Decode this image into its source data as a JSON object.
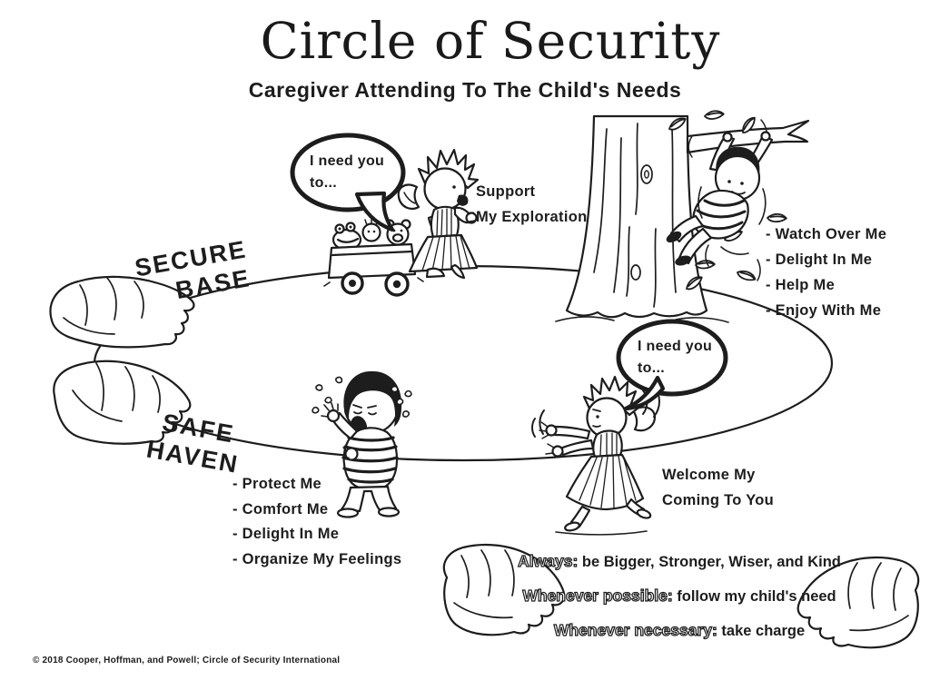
{
  "header": {
    "title": "Circle of Security",
    "subtitle": "Caregiver Attending To The Child's Needs"
  },
  "circle_labels": {
    "secure": "SECURE",
    "base": "BASE",
    "safe": "SAFE",
    "haven": "HAVEN"
  },
  "top_half": {
    "bubble_text": "I need you to...",
    "caption_line1": "Support",
    "caption_line2": "My Exploration",
    "needs": [
      "- Watch Over Me",
      "- Delight In Me",
      "- Help Me",
      "- Enjoy With Me"
    ]
  },
  "bottom_half": {
    "bubble_text": "I need you to...",
    "caption_line1": "Welcome My",
    "caption_line2": "Coming To You",
    "needs": [
      "- Protect Me",
      "- Comfort Me",
      "- Delight In Me",
      "- Organize My Feelings"
    ]
  },
  "hands_message": {
    "line1": {
      "lead": "Always:",
      "rest": " be Bigger, Stronger, Wiser, and Kind"
    },
    "line2": {
      "lead": "Whenever possible:",
      "rest": " follow my child's need"
    },
    "line3": {
      "lead": "Whenever necessary:",
      "rest": " take charge"
    }
  },
  "footer": {
    "copyright": "© 2018 Cooper, Hoffman, and Powell; Circle of Security International"
  },
  "colors": {
    "ink": "#1d1d1d",
    "background": "#ffffff"
  }
}
